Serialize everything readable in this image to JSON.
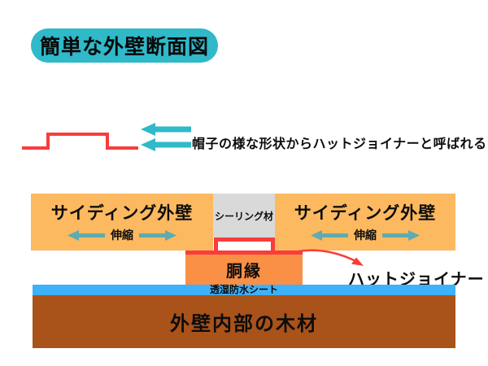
{
  "colors": {
    "teal": "#2FB9C9",
    "teal_muted": "#5FABAF",
    "siding_orange": "#FCB95F",
    "furring_orange": "#FA8F46",
    "sealing_gray": "#D9D9D9",
    "red": "#F93C3C",
    "sheet_blue": "#3EB1FB",
    "wood_brown": "#A9521A"
  },
  "title": "簡単な外壁断面図",
  "annotations": {
    "hat_note": "帽子の様な形状からハットジョイナーと呼ばれる",
    "hat_joiner_label": "ハットジョイナー"
  },
  "layers": {
    "siding_left": "サイディング外壁",
    "siding_right": "サイディング外壁",
    "stretch_left": "伸縮",
    "stretch_right": "伸縮",
    "sealing": "シーリング材",
    "furring": "胴縁",
    "sheet": "透湿防水シート",
    "wood": "外壁内部の木材"
  },
  "icons": {
    "hat_profile": "red hat-shaped joiner cross-section line",
    "left_block_arrows": "two teal arrows pointing left",
    "expansion_arrows": "teal double-direction expansion arrows",
    "pointer_arrow": "red curved arrow pointing to hat joiner"
  }
}
